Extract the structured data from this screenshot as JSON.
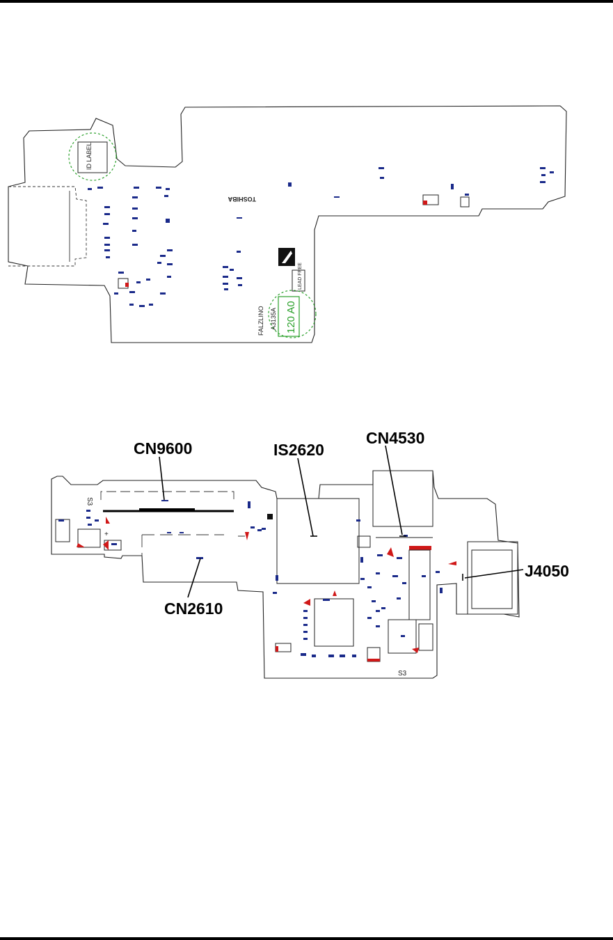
{
  "top_view": {
    "brand": "TOSHIBA",
    "id_label": "ID LABEL",
    "lead_free": "LEAD FREE",
    "model": "FALZLINO",
    "board_no": "A3135A",
    "revision": "120 A0",
    "highlight_color": "#2aa02a"
  },
  "bottom_view": {
    "silk_s3_left": "S3",
    "silk_s3_bottom": "S3",
    "callouts": {
      "cn9600": "CN9600",
      "is2620": "IS2620",
      "cn4530": "CN4530",
      "cn2610": "CN2610",
      "j4050": "J4050"
    },
    "marker_color": "#d01818"
  }
}
